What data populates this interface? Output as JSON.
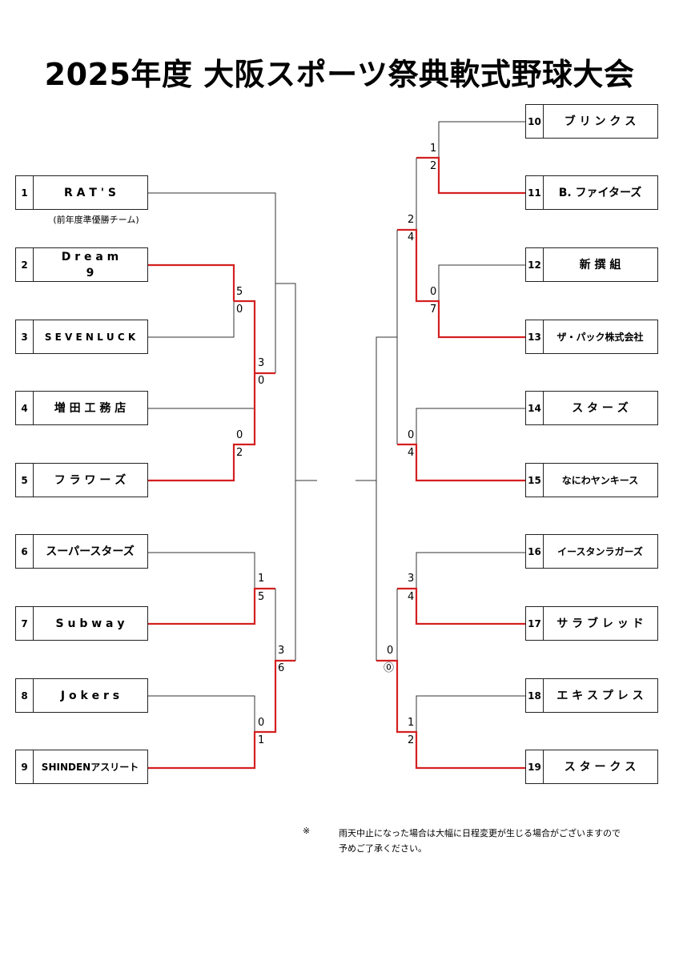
{
  "title": "2025年度 大阪スポーツ祭典軟式野球大会",
  "colors": {
    "winner_line": "#d42020",
    "loser_line": "#333333",
    "box_border": "#222222"
  },
  "left_teams": [
    {
      "num": "1",
      "name": "R A T ' S",
      "note": "(前年度準優勝チーム)"
    },
    {
      "num": "2",
      "name": "D r e a m\n9"
    },
    {
      "num": "3",
      "name": "S E V E N  L U C K"
    },
    {
      "num": "4",
      "name": "増 田 工 務 店"
    },
    {
      "num": "5",
      "name": "フ ラ ワ ー ズ"
    },
    {
      "num": "6",
      "name": "スーパースターズ"
    },
    {
      "num": "7",
      "name": "S u b w a y"
    },
    {
      "num": "8",
      "name": "J o k e r s"
    },
    {
      "num": "9",
      "name": "SHINDENアスリート"
    }
  ],
  "right_teams": [
    {
      "num": "10",
      "name": "ブ リ ン ク ス"
    },
    {
      "num": "11",
      "name": "B. ファイターズ"
    },
    {
      "num": "12",
      "name": "新 撰 組"
    },
    {
      "num": "13",
      "name": "ザ・パック株式会社"
    },
    {
      "num": "14",
      "name": "ス タ ー ズ"
    },
    {
      "num": "15",
      "name": "なにわヤンキース"
    },
    {
      "num": "16",
      "name": "イースタンラガーズ"
    },
    {
      "num": "17",
      "name": "サ ラ ブ レ ッ ド"
    },
    {
      "num": "18",
      "name": "エ キ ス プ レ ス"
    },
    {
      "num": "19",
      "name": "ス タ ー ク ス"
    }
  ],
  "scores": {
    "l_2v3": [
      "5",
      "0"
    ],
    "l_2v1": [
      "3",
      "0"
    ],
    "l_4v5": [
      "0",
      "2"
    ],
    "l_6v7": [
      "1",
      "5"
    ],
    "l_8v9": [
      "0",
      "1"
    ],
    "l_7v9": [
      "3",
      "6"
    ],
    "r_10v11": [
      "1",
      "2"
    ],
    "r_12v13": [
      "0",
      "7"
    ],
    "r_11v13": [
      "2",
      "4"
    ],
    "r_14v15": [
      "0",
      "4"
    ],
    "r_16v17": [
      "3",
      "4"
    ],
    "r_18v19": [
      "1",
      "2"
    ],
    "r_17v19": [
      "0",
      "⓪"
    ]
  },
  "footnote": {
    "mark": "※",
    "text": "雨天中止になった場合は大幅に日程変更が生じる場合がございますので\n予めご了承ください。"
  }
}
